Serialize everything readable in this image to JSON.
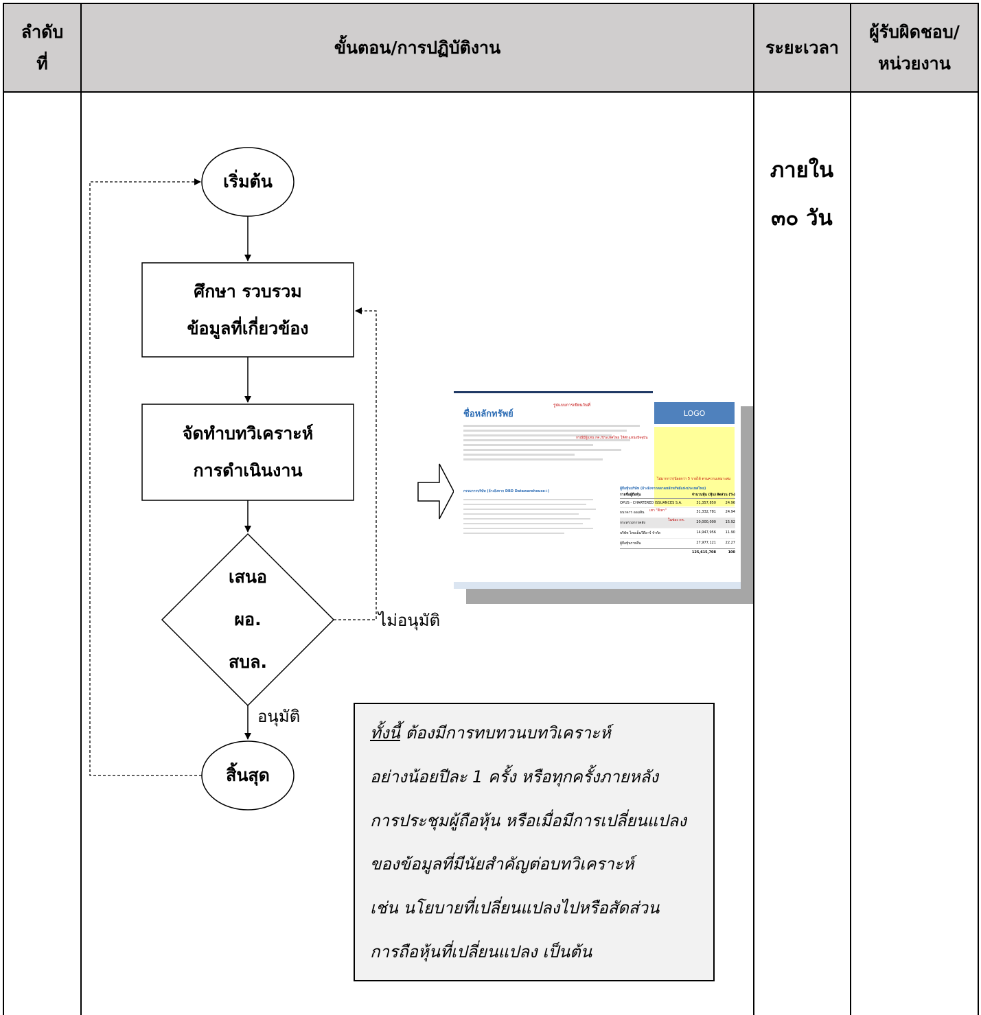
{
  "table": {
    "headers": {
      "order_line1": "ลำดับ",
      "order_line2": "ที่",
      "steps": "ขั้นตอน/การปฏิบัติงาน",
      "duration": "ระยะเวลา",
      "responsible_line1": "ผู้รับผิดชอบ/",
      "responsible_line2": "หน่วยงาน"
    },
    "duration_line1": "ภายใน",
    "duration_line2": "๓๐ วัน"
  },
  "flowchart": {
    "start": "เริ่มต้น",
    "step1_line1": "ศึกษา รวบรวม",
    "step1_line2": "ข้อมูลที่เกี่ยวข้อง",
    "step2_line1": "จัดทำบทวิเคราะห์",
    "step2_line2": "การดำเนินงาน",
    "decision_line1": "เสนอ",
    "decision_line2": "ผอ.",
    "decision_line3": "สบล.",
    "reject_label": "ไม่อนุมัติ",
    "approve_label": "อนุมัติ",
    "end": "สิ้นสุด"
  },
  "note": {
    "underlined": "ทั้งนี้",
    "line1_rest": " ต้องมีการทบทวนบทวิเคราะห์",
    "line2": "อย่างน้อยปีละ 1 ครั้ง หรือทุกครั้งภายหลัง",
    "line3": "การประชุมผู้ถือหุ้น หรือเมื่อมีการเปลี่ยนแปลง",
    "line4": "ของข้อมูลที่มีนัยสำคัญต่อบทวิเคราะห์",
    "line5": "เช่น นโยบายที่เปลี่ยนแปลงไปหรือสัดส่วน",
    "line6": "การถือหุ้นที่เปลี่ยนแปลง เป็นต้น"
  },
  "example_screenshot": {
    "title": "ชื่อหลักทรัพย์",
    "logo": "LOGO",
    "callout_top": "รูปแบบการเขียนวันที่",
    "callout_mid": "กรณีมีผู้แทน กค./ประเทศไทย ให้ตำแหน่งปัจจุบัน",
    "callout_right": "ไม่มากกว่า/น้อยกว่า 5 รายได้ ตามความเหมาะสม",
    "callout_color": "เทา \"สีเทา\"",
    "callout_row": "ในช่อง กค.",
    "board_header": "กรรมการบริษัท (อ้างอิงจาก DBD Datawarehouse+)",
    "shareholder_header": "ผู้ถือหุ้นบริษัท (อ้างอิงจากตลาดหลักทรัพย์แห่งประเทศไทย)",
    "table_col_name": "รายชื่อผู้ถือหุ้น",
    "table_col_shares": "จำนวนหุ้น (หุ้น)",
    "table_col_pct": "สัดส่วน (%)",
    "rows": [
      {
        "name": "OPUS - CHARTERED ISSUANCES S.A.",
        "shares": "31,357,850",
        "pct": "24.96"
      },
      {
        "name": "ธนาคาร ออมสิน",
        "shares": "31,332,781",
        "pct": "24.94"
      },
      {
        "name": "กระทรวงการคลัง",
        "shares": "20,000,000",
        "pct": "15.92"
      },
      {
        "name": "บริษัท ไทยเอ็นวีดีอาร์ จำกัด",
        "shares": "14,947,956",
        "pct": "11.90"
      },
      {
        "name": "ผู้ถือหุ้นรายอื่น",
        "shares": "27,977,121",
        "pct": "22.27"
      }
    ],
    "total_shares": "125,615,708",
    "total_pct": "100",
    "colors": {
      "accent_blue": "#2f6eb5",
      "logo_bg": "#4f81bd",
      "note_bg": "#ffff99",
      "red": "#c00000"
    }
  }
}
